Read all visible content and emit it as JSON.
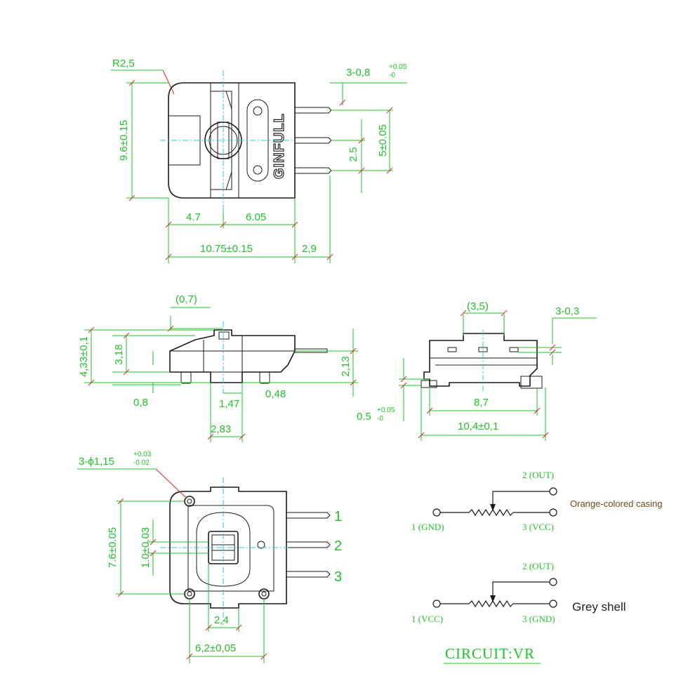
{
  "top_view": {
    "r_label": "R2,5",
    "pin_w_main": "3-0,8",
    "pin_w_tol_up": "+0.05",
    "pin_w_tol_dn": "-0",
    "height": "9.6±0.15",
    "pitch": "2.5",
    "span": "5±0.05",
    "w_left": "4.7",
    "w_right": "6.05",
    "w_total": "10.75±0.15",
    "pin_len": "2,9",
    "brand": "GINFULL"
  },
  "side_view": {
    "top_gap": "(0,7)",
    "h_total": "4,33±0,1",
    "h_body": "3,18",
    "pin_h": "2,13",
    "foot": "0,8",
    "shaft": "1,47",
    "gap": "0,48",
    "shaft_w": "2,83"
  },
  "end_view": {
    "slot": "(3,5)",
    "holes": "3-0,3",
    "inner": "8,7",
    "outer": "10,4±0,1",
    "stand_main": "0.5",
    "stand_tol_up": "+0.05",
    "stand_tol_dn": "-0"
  },
  "bottom_view": {
    "holes_main": "3-ϕ1,15",
    "holes_tol_up": "+0.03",
    "holes_tol_dn": "-0.02",
    "height": "7.6±0.05",
    "slot": "1.0±0.03",
    "d1": "2,4",
    "d2": "6,2±0,05",
    "pin1": "1",
    "pin2": "2",
    "pin3": "3"
  },
  "schematic": {
    "a_out": "2 (OUT)",
    "a_p1": "1 (GND)",
    "a_p3": "3 (VCC)",
    "a_note": "Orange-colored casing",
    "b_out": "2 (OUT)",
    "b_p1": "1 (VCC)",
    "b_p3": "3 (GND)",
    "b_note": "Grey shell",
    "title": "CIRCUIT:VR"
  }
}
